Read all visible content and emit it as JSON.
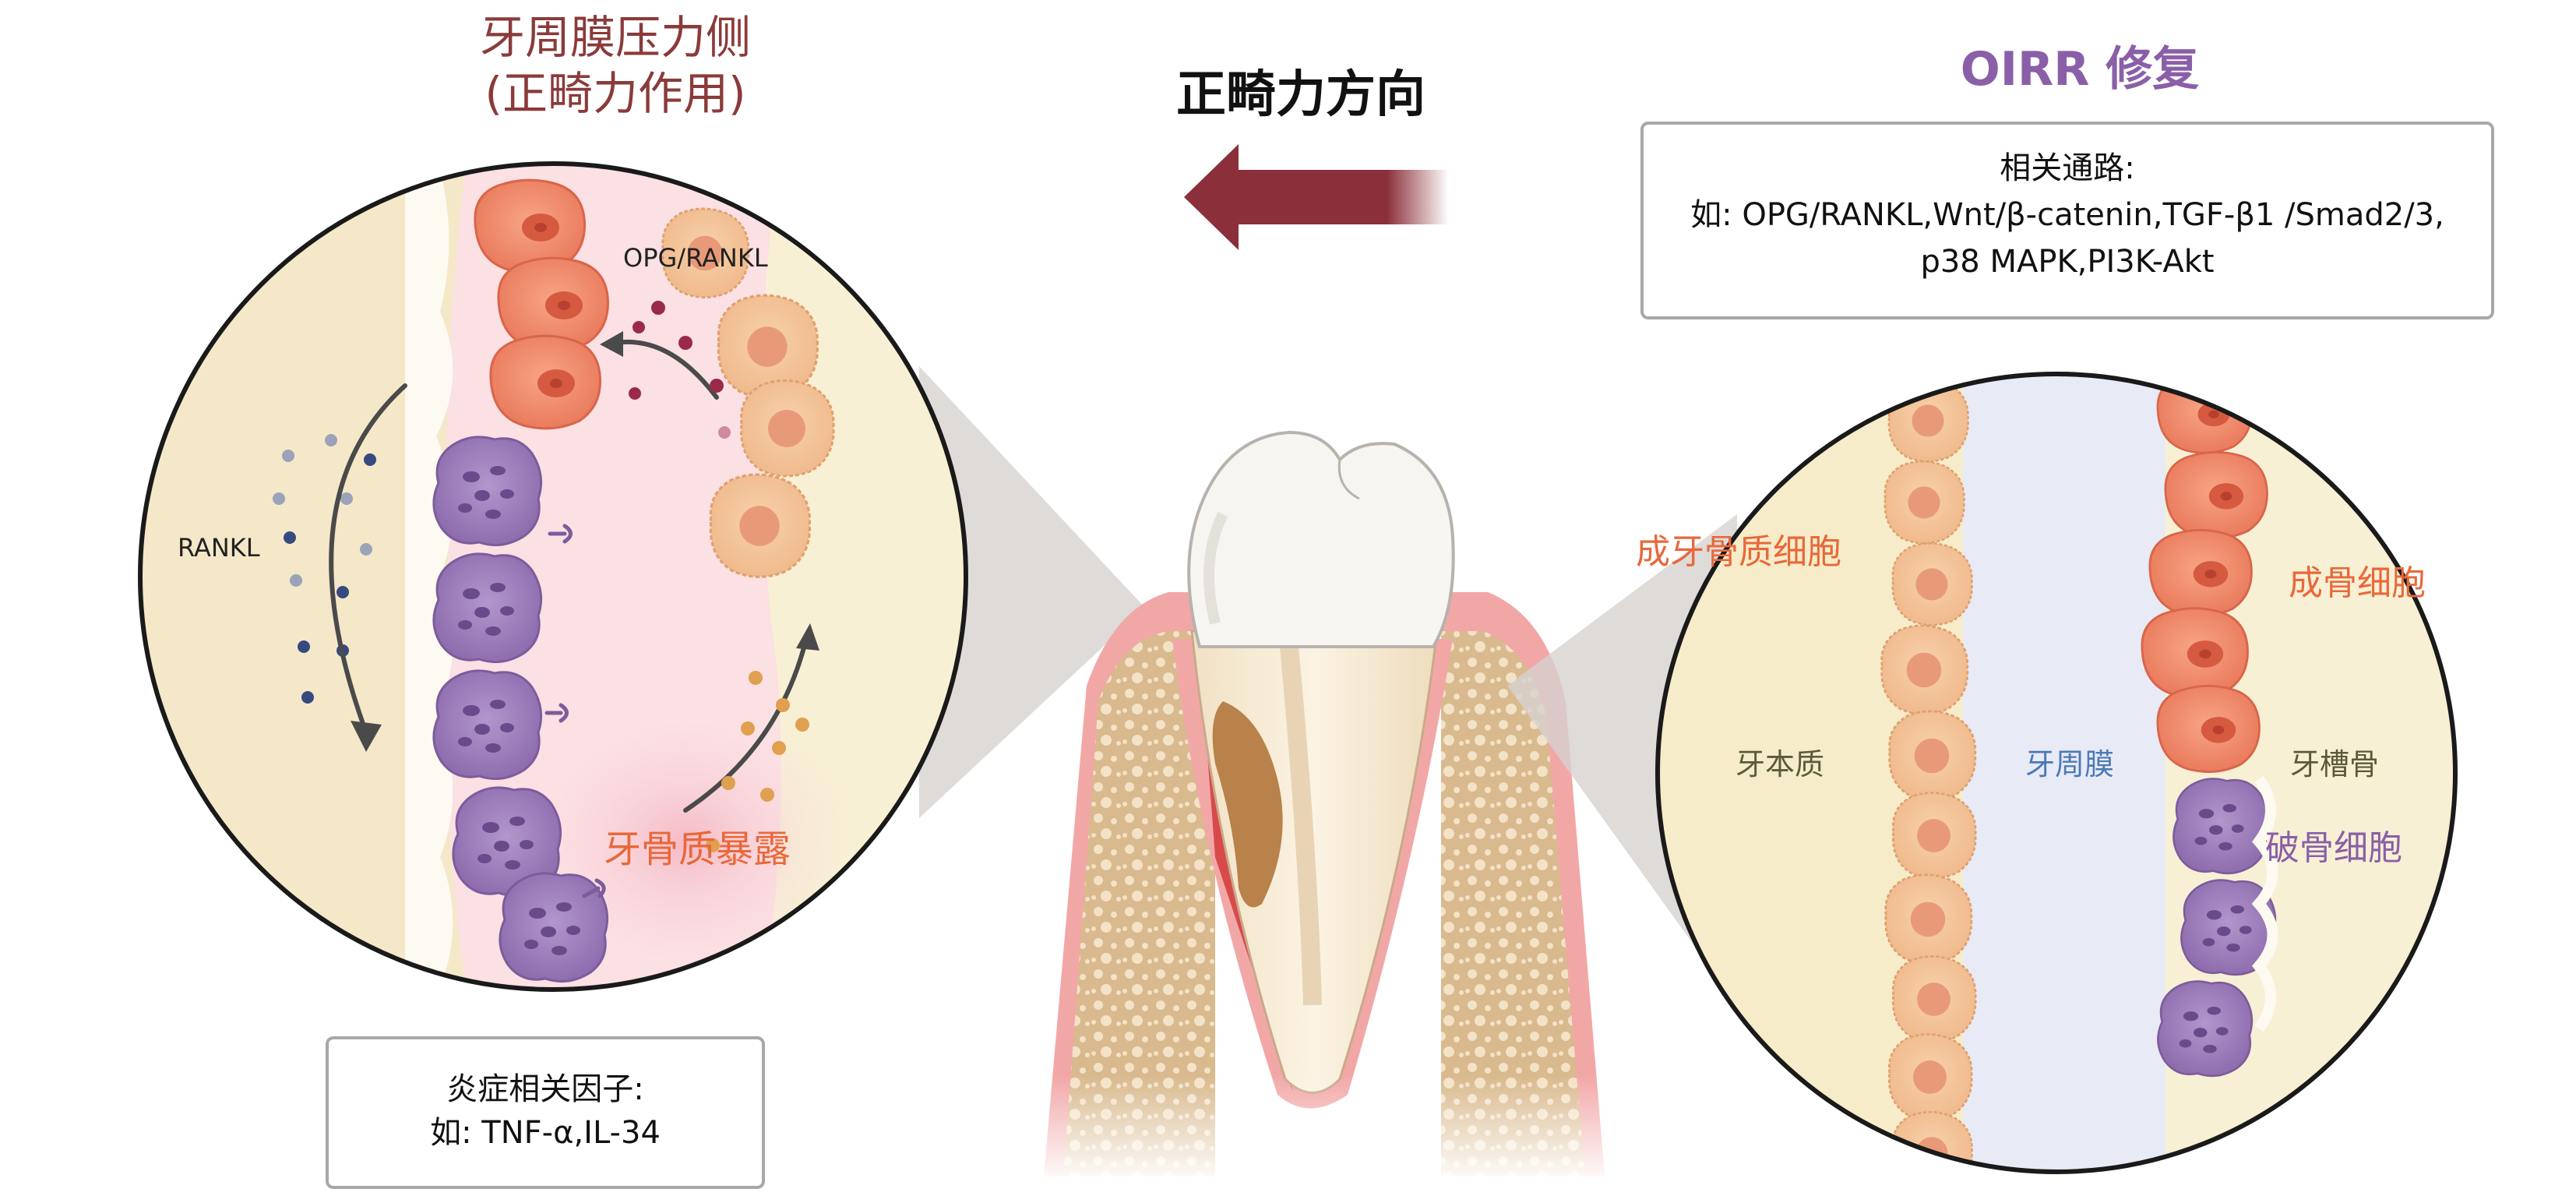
{
  "left_panel": {
    "title_line1": "牙周膜压力侧",
    "title_line2": "(正畸力作用)",
    "opg_rankl": "OPG/RANKL",
    "rankl": "RANKL",
    "exposure": "牙骨质暴露"
  },
  "center": {
    "force_direction": "正畸力方向"
  },
  "right_panel": {
    "title": "OIRR 修复",
    "cementoblast": "成牙骨质细胞",
    "osteoblast": "成骨细胞",
    "dentin": "牙本质",
    "pdl": "牙周膜",
    "alveolar_bone": "牙槽骨",
    "osteoclast": "破骨细胞"
  },
  "pathway_box": {
    "line1": "相关通路:",
    "line2": "如: OPG/RANKL,Wnt/β-catenin,TGF-β1 /Smad2/3,",
    "line3": "p38 MAPK,PI3K-Akt"
  },
  "inflammation_box": {
    "line1": "炎症相关因子:",
    "line2": "如: TNF-α,IL-34"
  },
  "colors": {
    "title_brown": "#8b3a3a",
    "oirr_purple": "#8a5fa8",
    "arrow_red": "#8b2f3a",
    "label_orange": "#e8683a",
    "osteoclast_purple": "#9a78b8",
    "osteoblast_orange": "#f08a6a",
    "cementoblast_peach": "#f4c49a",
    "pdl_pink": "#fbe3e6",
    "bone_beige": "#f6ecc9",
    "pdl_blue": "#e8eaf6",
    "gum_pink": "#f2a7a7",
    "enamel_white": "#f7f5f2"
  }
}
